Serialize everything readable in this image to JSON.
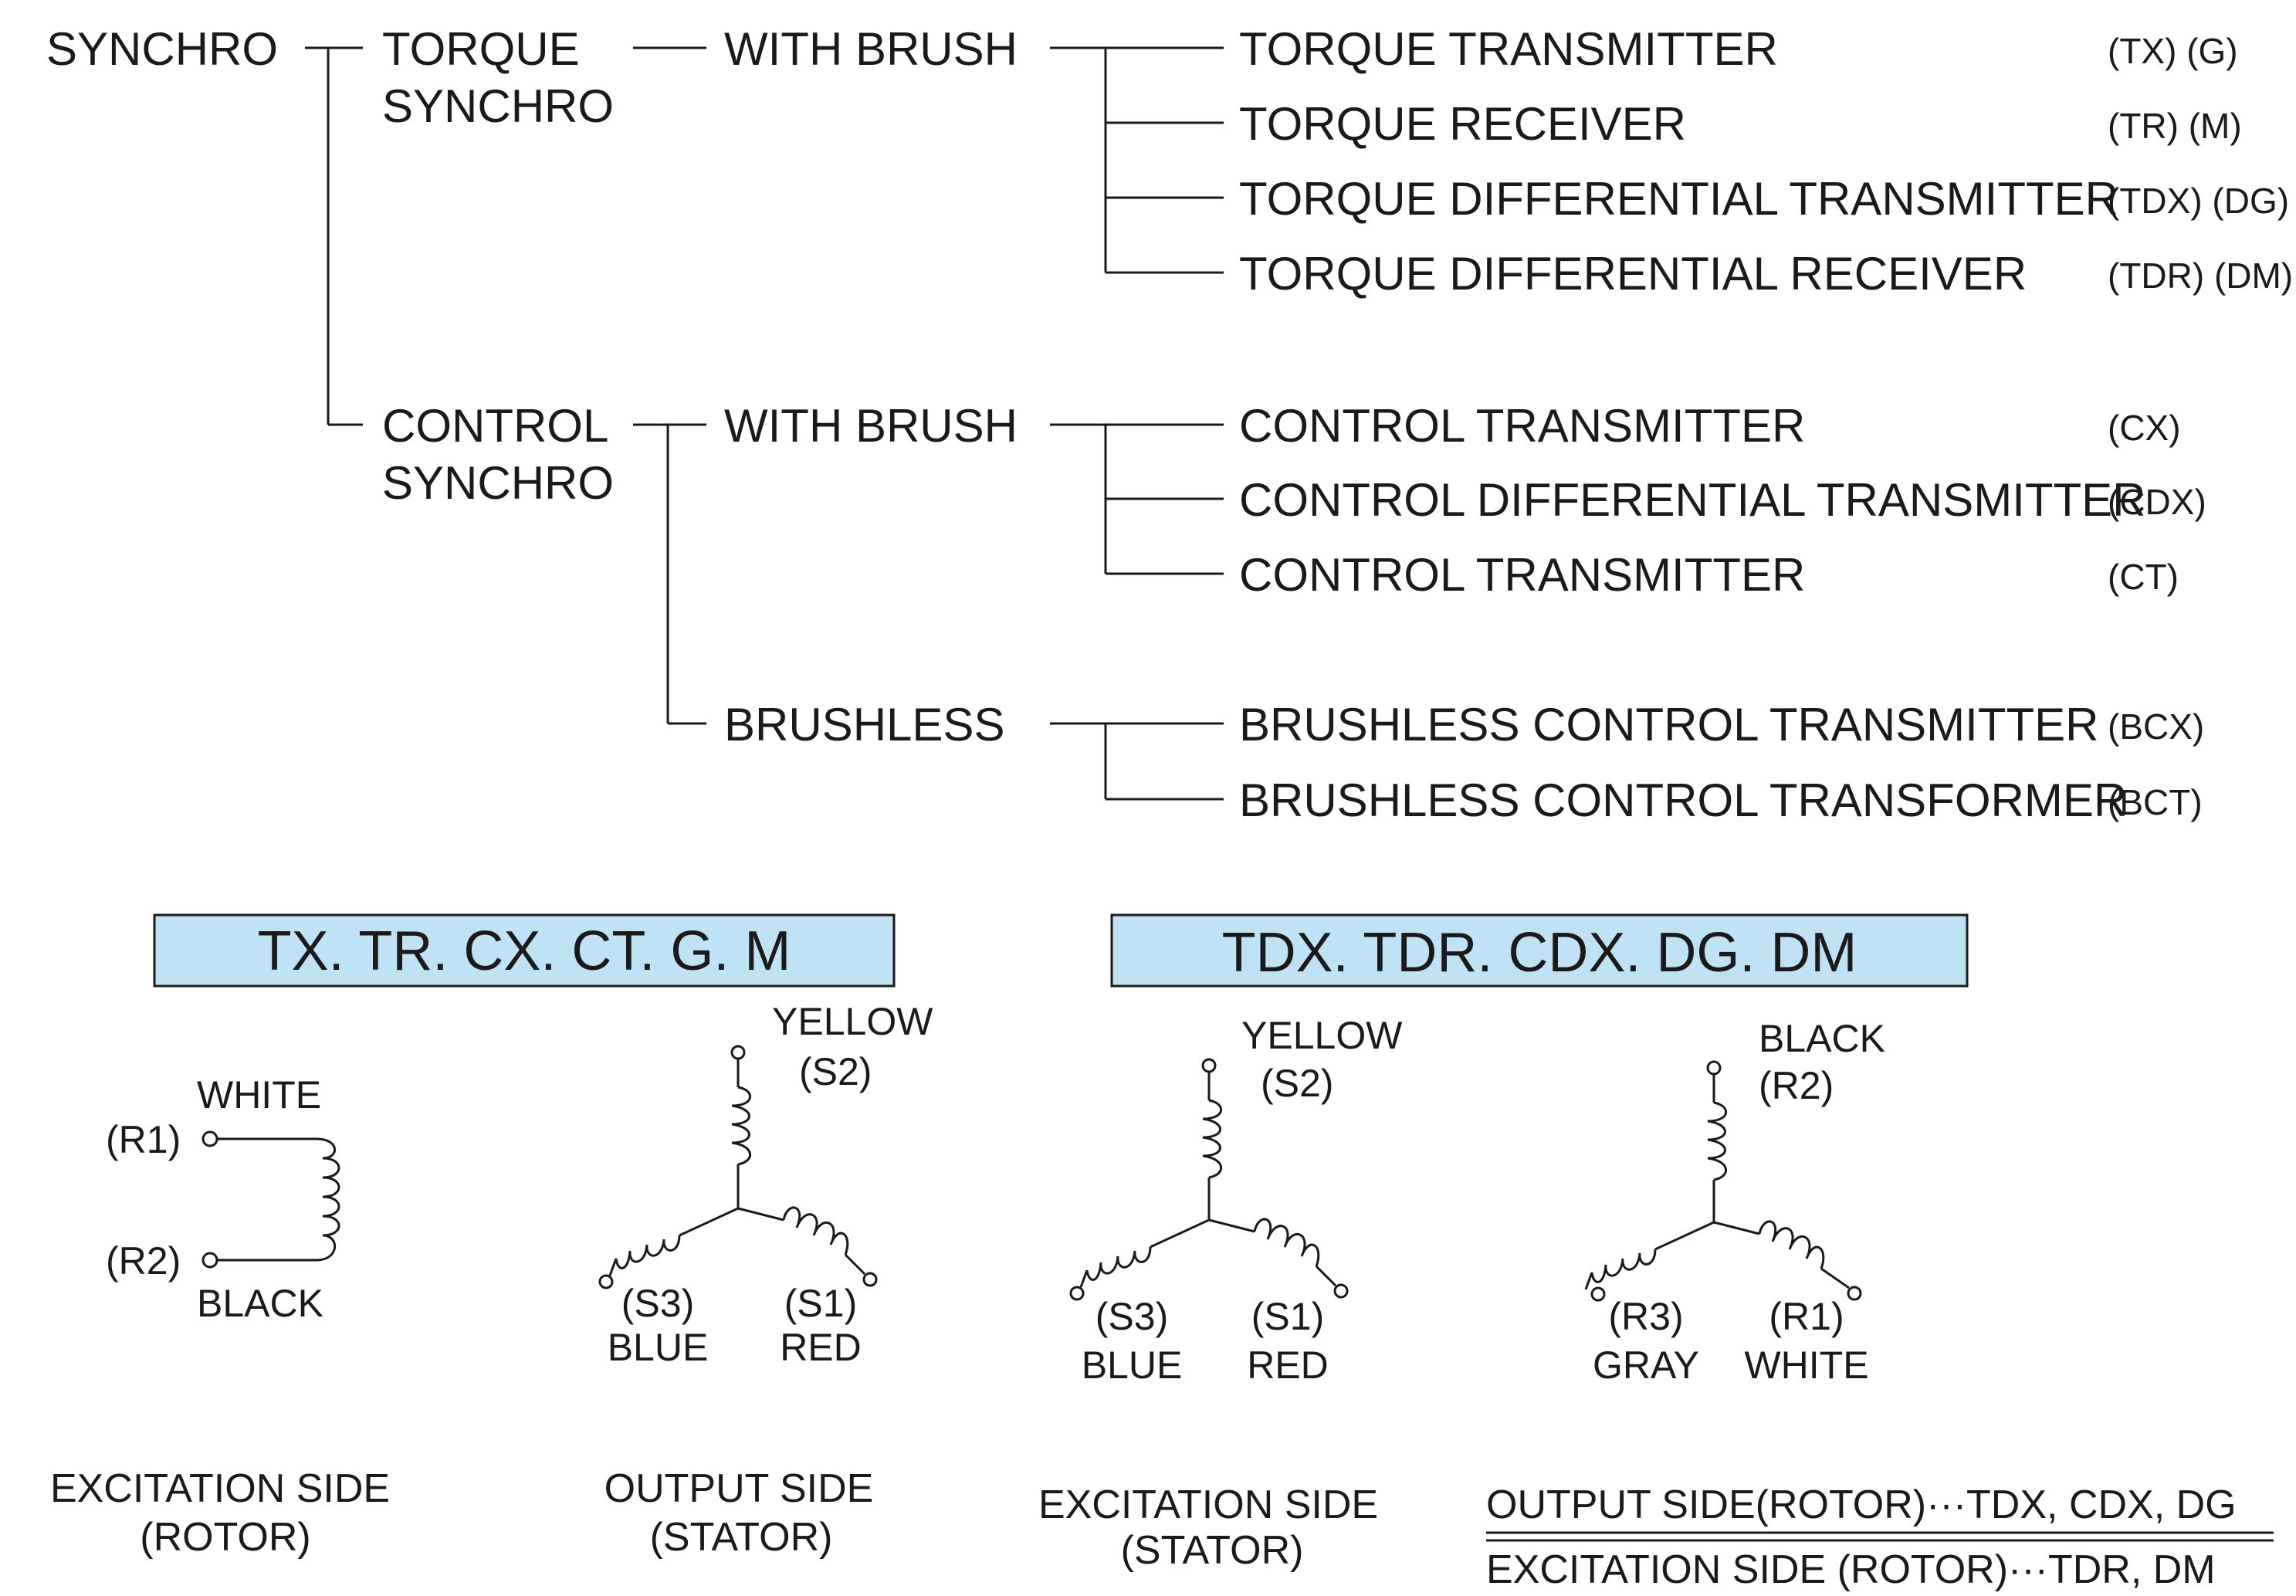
{
  "tree": {
    "root": "SYNCHRO",
    "torque_synchro": [
      "TORQUE",
      "SYNCHRO"
    ],
    "control_synchro": [
      "CONTROL",
      "SYNCHRO"
    ],
    "torque_with_brush": "WITH BRUSH",
    "control_with_brush": "WITH BRUSH",
    "brushless": "BRUSHLESS",
    "leaves": [
      {
        "label": "TORQUE TRANSMITTER",
        "code": "(TX) (G)"
      },
      {
        "label": "TORQUE RECEIVER",
        "code": "(TR) (M)"
      },
      {
        "label": "TORQUE DIFFERENTIAL TRANSMITTER",
        "code": "(TDX) (DG)"
      },
      {
        "label": "TORQUE DIFFERENTIAL RECEIVER",
        "code": "(TDR) (DM)"
      },
      {
        "label": "CONTROL TRANSMITTER",
        "code": "(CX)"
      },
      {
        "label": "CONTROL DIFFERENTIAL TRANSMITTER",
        "code": "(CDX)"
      },
      {
        "label": "CONTROL TRANSMITTER",
        "code": "(CT)"
      },
      {
        "label": "BRUSHLESS CONTROL TRANSMITTER",
        "code": "(BCX)"
      },
      {
        "label": "BRUSHLESS CONTROL TRANSFORMER",
        "code": "(BCT)"
      }
    ]
  },
  "headers": {
    "left": "TX. TR. CX. CT. G. M",
    "right": "TDX. TDR. CDX. DG. DM"
  },
  "rotor_coil": {
    "r1_term": "(R1)",
    "r1_color": "WHITE",
    "r2_term": "(R2)",
    "r2_color": "BLACK",
    "caption": [
      "EXCITATION SIDE",
      "(ROTOR)"
    ]
  },
  "stator_left": {
    "top": [
      "YELLOW",
      "(S2)"
    ],
    "left": [
      "(S3)",
      "BLUE"
    ],
    "right": [
      "(S1)",
      "RED"
    ],
    "caption": [
      "OUTPUT SIDE",
      "(STATOR)"
    ]
  },
  "stator_right": {
    "top": [
      "YELLOW",
      "(S2)"
    ],
    "left": [
      "(S3)",
      "BLUE"
    ],
    "right": [
      "(S1)",
      "RED"
    ],
    "caption": [
      "EXCITATION SIDE",
      "(STATOR)"
    ]
  },
  "rotor_three": {
    "top": [
      "BLACK",
      "(R2)"
    ],
    "left": [
      "(R3)",
      "GRAY"
    ],
    "right": [
      "(R1)",
      "WHITE"
    ],
    "caption_top": "OUTPUT SIDE(ROTOR)···TDX, CDX, DG",
    "caption_bottom": "EXCITATION SIDE (ROTOR)···TDR, DM"
  }
}
